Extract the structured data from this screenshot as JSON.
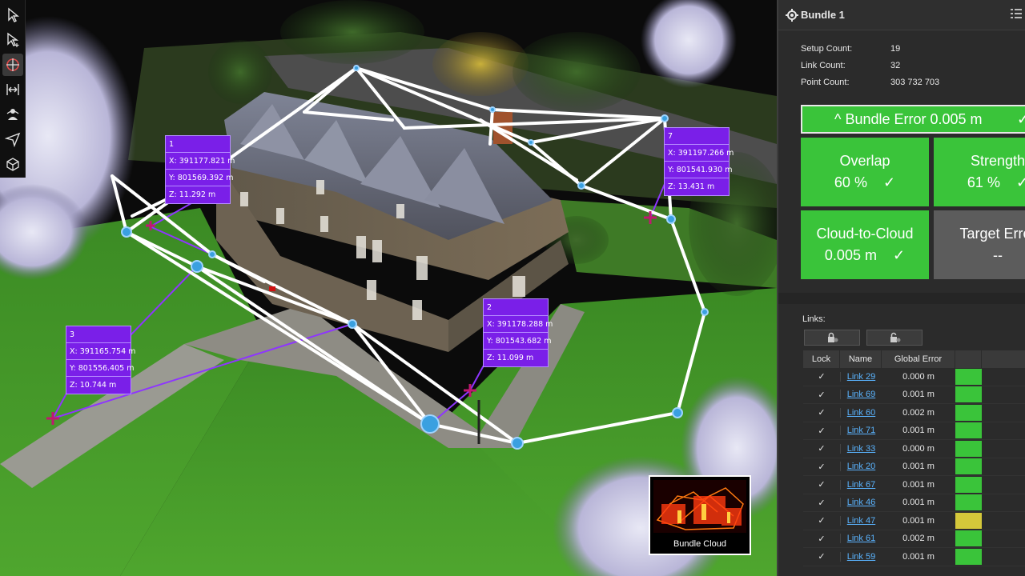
{
  "viewport": {
    "tools": [
      "select-arrow-icon",
      "select-plus-icon",
      "orbit-icon",
      "measure-icon",
      "walk-icon",
      "plane-icon",
      "cube-icon"
    ],
    "infoboxes": [
      {
        "id": "1",
        "x": "X: 391177.821 m",
        "y": "Y: 801569.392 m",
        "z": "Z: 11.292 m"
      },
      {
        "id": "7",
        "x": "X: 391197.266 m",
        "y": "Y: 801541.930 m",
        "z": "Z: 13.431 m"
      },
      {
        "id": "2",
        "x": "X: 391178.288 m",
        "y": "Y: 801543.682 m",
        "z": "Z: 11.099 m"
      },
      {
        "id": "3",
        "x": "X: 391165.754 m",
        "y": "Y: 801556.405 m",
        "z": "Z: 10.744 m"
      }
    ],
    "thumbnail_caption": "Bundle Cloud"
  },
  "panel": {
    "title": "Bundle 1",
    "stats": [
      {
        "label": "Setup Count:",
        "value": "19"
      },
      {
        "label": "Link Count:",
        "value": "32"
      },
      {
        "label": "Point Count:",
        "value": "303 732 703"
      }
    ],
    "bundle_error": "^ Bundle Error 0.005 m",
    "check": "✓",
    "tiles": [
      {
        "title": "Overlap",
        "value": "60 %",
        "mark": "✓",
        "status": "green"
      },
      {
        "title": "Strength",
        "value": "61 %",
        "mark": "✓",
        "status": "green"
      },
      {
        "title": "Cloud-to-Cloud",
        "value": "0.005 m",
        "mark": "✓",
        "status": "green"
      },
      {
        "title": "Target Error",
        "value": "--",
        "mark": "",
        "status": "gray"
      }
    ],
    "links_label": "Links:",
    "columns": [
      "Lock",
      "Name",
      "Global Error"
    ],
    "links": [
      {
        "lock": "✓",
        "name": "Link 29",
        "error": "0.000 m",
        "color": "#3ac43a"
      },
      {
        "lock": "✓",
        "name": "Link 69",
        "error": "0.001 m",
        "color": "#3ac43a"
      },
      {
        "lock": "✓",
        "name": "Link 60",
        "error": "0.002 m",
        "color": "#3ac43a"
      },
      {
        "lock": "✓",
        "name": "Link 71",
        "error": "0.001 m",
        "color": "#3ac43a"
      },
      {
        "lock": "✓",
        "name": "Link 33",
        "error": "0.000 m",
        "color": "#3ac43a"
      },
      {
        "lock": "✓",
        "name": "Link 20",
        "error": "0.001 m",
        "color": "#3ac43a"
      },
      {
        "lock": "✓",
        "name": "Link 67",
        "error": "0.001 m",
        "color": "#3ac43a"
      },
      {
        "lock": "✓",
        "name": "Link 46",
        "error": "0.001 m",
        "color": "#3ac43a"
      },
      {
        "lock": "✓",
        "name": "Link 47",
        "error": "0.001 m",
        "color": "#d4c83a"
      },
      {
        "lock": "✓",
        "name": "Link 61",
        "error": "0.002 m",
        "color": "#3ac43a"
      },
      {
        "lock": "✓",
        "name": "Link 59",
        "error": "0.001 m",
        "color": "#3ac43a"
      }
    ]
  }
}
